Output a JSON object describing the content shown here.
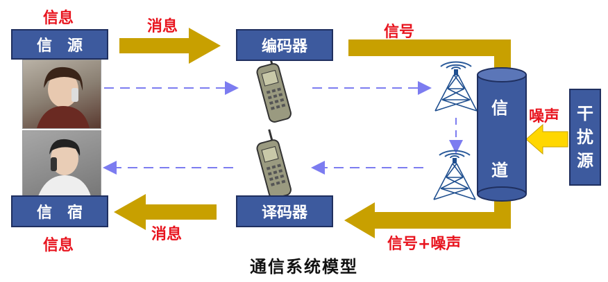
{
  "source_box": {
    "label": "信　源",
    "top_caption": "信息"
  },
  "sink_box": {
    "label": "信　宿",
    "bottom_caption": "信息"
  },
  "encoder_box": {
    "label": "编码器"
  },
  "decoder_box": {
    "label": "译码器"
  },
  "channel": {
    "char1": "信",
    "char2": "道"
  },
  "interference_box": {
    "line1": "干",
    "line2": "扰",
    "line3": "源"
  },
  "labels": {
    "message_top": "消息",
    "message_bottom": "消息",
    "signal_top": "信号",
    "signal_noise_bottom": "信号+噪声",
    "noise": "噪声"
  },
  "caption": "通信系统模型",
  "colors": {
    "box_fill": "#3d5a9e",
    "arrow": "#c8a000",
    "label_red": "#e8141e",
    "dash": "#7c7cf0"
  }
}
